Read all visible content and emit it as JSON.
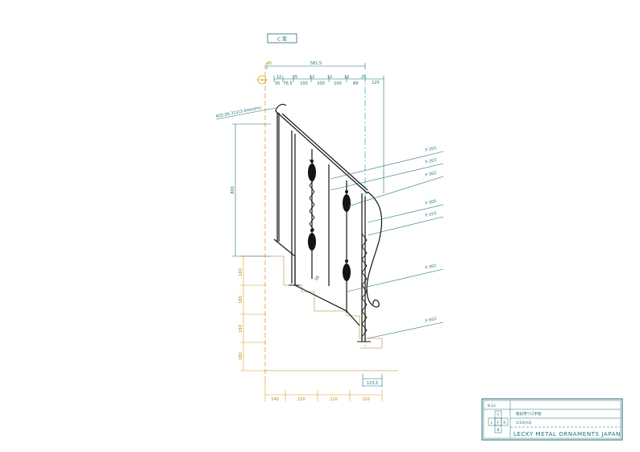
{
  "plan_label": "C 案",
  "dimensions_top": {
    "overall": "581.5",
    "left_offset": "45",
    "row1": [
      "12",
      "25",
      "12",
      "12",
      "12",
      "25"
    ],
    "row2": [
      "30",
      "76.5",
      "100",
      "100",
      "100",
      "89"
    ],
    "extension": "125"
  },
  "marker_symbol": "①",
  "handrail_callout": "403.00.312(3.0ｍｍ/ｍ)",
  "rail_height": "800",
  "step_heights": [
    "180",
    "180",
    "180",
    "180"
  ],
  "step_widths": [
    "140",
    "210",
    "210",
    "210"
  ],
  "base_offset": "123.5",
  "stair_pitch": "38",
  "part_callouts": [
    "F-201",
    "F-203",
    "F-302",
    "F-305",
    "F-103",
    "F-301",
    "F-502"
  ],
  "title_block": {
    "number": "K-12",
    "title": "階段用り口手摺",
    "view_letters": [
      "T",
      "L",
      "F",
      "R",
      "B"
    ],
    "scale_line": "1/10(A3)",
    "company": "LECKY METAL ORNAMENTS JAPAN"
  },
  "colors": {
    "drawing_teal": "#1f6e78",
    "dimension_orange": "#e0a020",
    "ironwork_black": "#141414",
    "centerline_cyan": "#2ac2c8"
  }
}
